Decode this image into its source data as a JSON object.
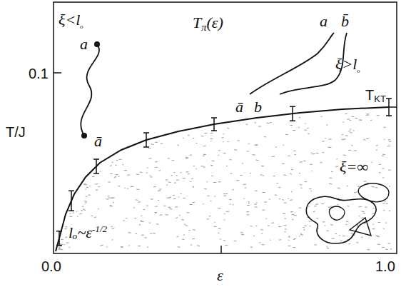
{
  "diagram": {
    "labels": [
      "ξ<lₒ",
      "a",
      "Tπ(ε)",
      "a",
      "b̄",
      "0.1",
      "T/J",
      "ā",
      "ā",
      "b",
      "ξ>lₒ",
      "TKT",
      "ξ=∞",
      "lₒ~ε-1/2",
      "0.0",
      "ε",
      "1.0"
    ]
  }
}
